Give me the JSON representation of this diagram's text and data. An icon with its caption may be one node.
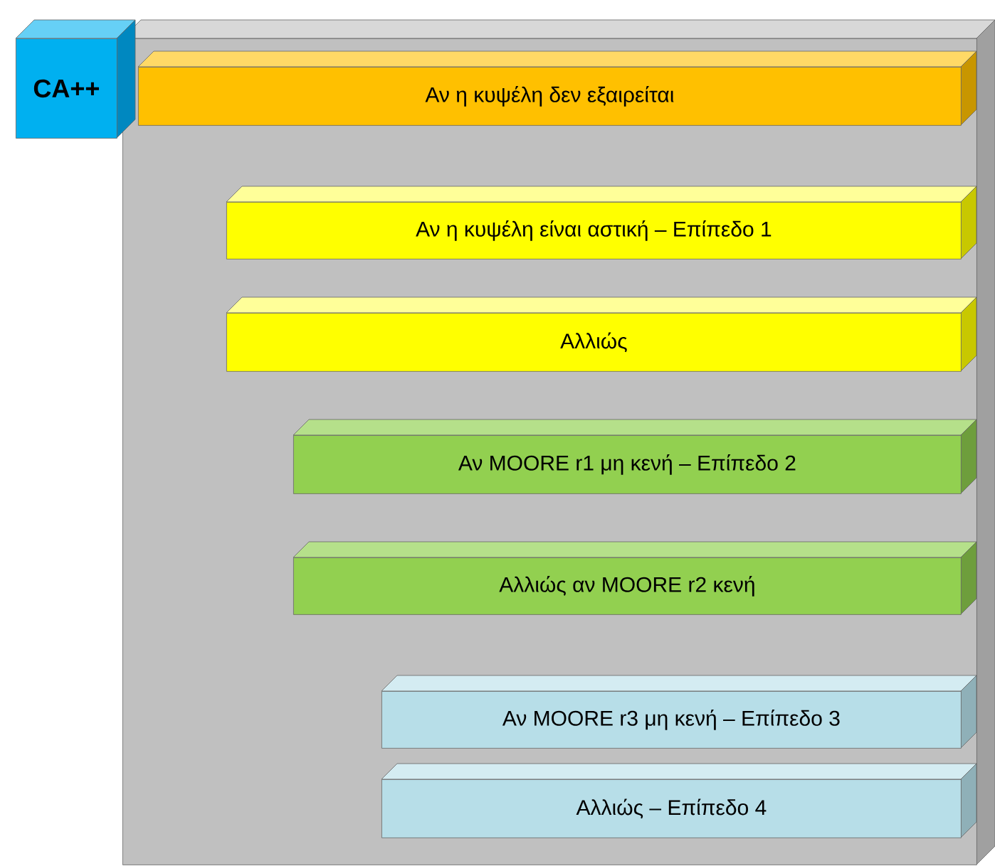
{
  "diagram": {
    "nodes": [
      {
        "text": [],
        "shape": "box"
      },
      {
        "text": [
          "CA++"
        ]
      },
      {
        "text": [
          "Αν η κυψέλη δεν εξαιρείται"
        ],
        "in": 0
      },
      {
        "text": [
          "Αν η κυψέλη είναι αστική – Επίπεδο 1"
        ],
        "in": 0
      },
      {
        "text": [
          "Αλλιώς"
        ],
        "in": 0
      },
      {
        "text": [
          "Αν MOORE r1 μη κενή – Επίπεδο 2"
        ],
        "in": 0
      },
      {
        "text": [
          "Αλλιώς αν MOORE r2 κενή"
        ],
        "in": 0
      },
      {
        "text": [
          "Αν MOORE r3 μη κενή – Επίπεδο 3"
        ],
        "in": 0
      },
      {
        "text": [
          "Αλλιώς – Επίπεδο 4"
        ],
        "in": 0
      }
    ]
  }
}
